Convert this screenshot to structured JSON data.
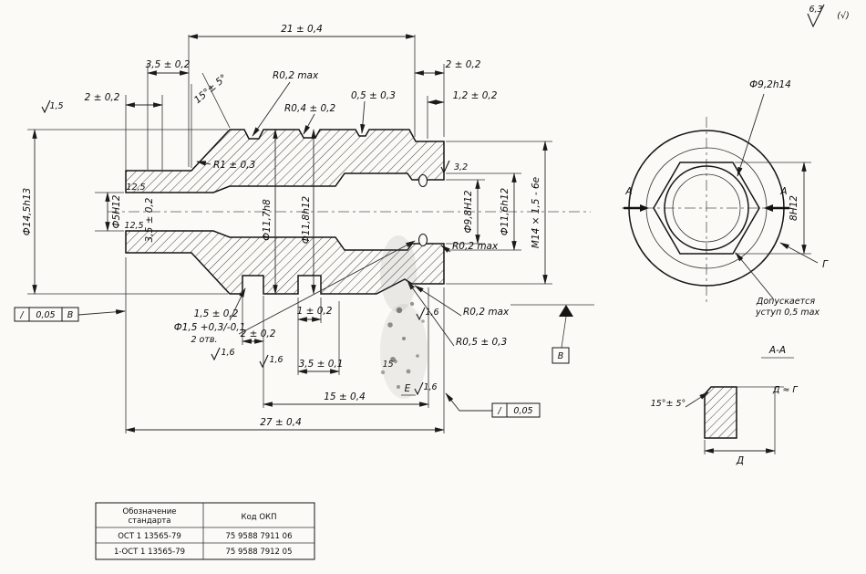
{
  "surface": {
    "general_ra": "6,3",
    "general_alt": "(√)"
  },
  "main_view": {
    "dims": {
      "len_21": "21 ± 0,4",
      "len_3_5_top": "3,5 ± 0,2",
      "len_2_right": "2 ± 0,2",
      "len_1_2": "1,2 ± 0,2",
      "len_2_left": "2 ± 0,2",
      "angle_cone": "15°± 5°",
      "r0_2_top": "R0,2 max",
      "r0_4": "R0,4 ± 0,2",
      "groove_0_5": "0,5 ± 0,3",
      "r1": "R1 ± 0,3",
      "dia_14_5": "Ф14,5h13",
      "dia_5": "Ф5H12",
      "len_3_5_vert": "3,5 ± 0,2",
      "dia_11_7": "Ф11,7h8",
      "dia_11_8": "Ф11,8h12",
      "dia_9_8": "Ф9,8H12",
      "dia_11_6": "Ф11,6h12",
      "thread": "M14 × 1,5 - 6e",
      "r0_2_right": "R0,2 max",
      "r0_2_bot": "R0,2 max",
      "r0_5_bot": "R0,5 ± 0,3",
      "len_1_5": "1,5 ± 0,2",
      "dia_1_5": "Ф1,5 +0,3/-0,1",
      "holes": "2 отв.",
      "len_1": "1 ± 0,2",
      "len_2_bot": "2 ± 0,2",
      "len_3_5_bot": "3,5 ± 0,1",
      "len_15": "15 ± 0,4",
      "len_27": "27 ± 0,4",
      "angle_bot": "15°"
    },
    "roughness": {
      "v1_5": "1,5",
      "v12_5a": "12,5",
      "v12_5b": "12,5",
      "v3_2": "3,2",
      "v1_6a": "1,6",
      "v1_6b": "1,6",
      "v1_6c": "1,6",
      "v1_6d": "1,6"
    },
    "tolerance_frames": {
      "left_symbol": "/",
      "left_value": "0,05",
      "left_datum": "В",
      "right_symbol": "/",
      "right_value": "0,05",
      "datum_letter": "В"
    },
    "view_label_e": "Е"
  },
  "front_view": {
    "dia_9_2": "Ф9,2h14",
    "hex_af": "8H12",
    "label_g": "Г",
    "section_a_left": "А",
    "section_a_right": "А",
    "note_line1": "Допускается",
    "note_line2": "уступ 0,5 max"
  },
  "section_aa": {
    "title": "А-А",
    "angle": "15°± 5°",
    "equiv": "Д ≈ Г",
    "dim_d": "Д"
  },
  "table": {
    "header_col1_line1": "Обозначение",
    "header_col1_line2": "стандарта",
    "header_col2": "Код ОКП",
    "rows": [
      {
        "standard": "ОСТ 1 13565-79",
        "okp": "75 9588 7911 06"
      },
      {
        "standard": "1-ОСТ 1 13565-79",
        "okp": "75 9588 7912 05"
      }
    ]
  }
}
